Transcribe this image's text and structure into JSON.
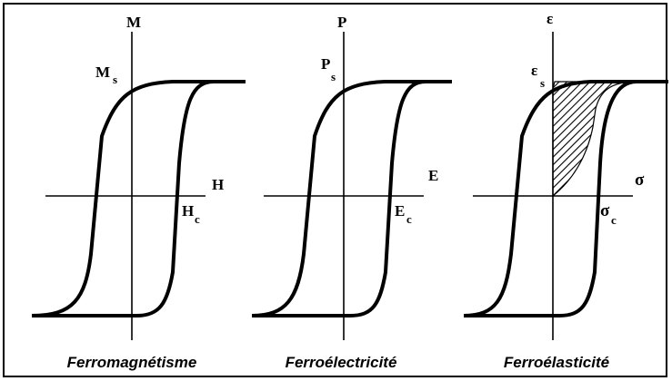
{
  "panels": [
    {
      "y_axis_label": "M",
      "x_axis_label": "H",
      "saturation_main": "M",
      "saturation_sub": "s",
      "coercive_main": "H",
      "coercive_sub": "c",
      "caption": "Ferromagnétisme"
    },
    {
      "y_axis_label": "P",
      "x_axis_label": "E",
      "saturation_main": "P",
      "saturation_sub": "s",
      "coercive_main": "E",
      "coercive_sub": "c",
      "caption": "Ferroélectricité"
    },
    {
      "y_axis_label": "ε",
      "x_axis_label": "σ",
      "saturation_main": "ε",
      "saturation_sub": "s",
      "coercive_main": "σ",
      "coercive_sub": "c",
      "caption": "Ferroélasticité"
    }
  ],
  "colors": {
    "ink": "#000000",
    "background": "#ffffff"
  }
}
